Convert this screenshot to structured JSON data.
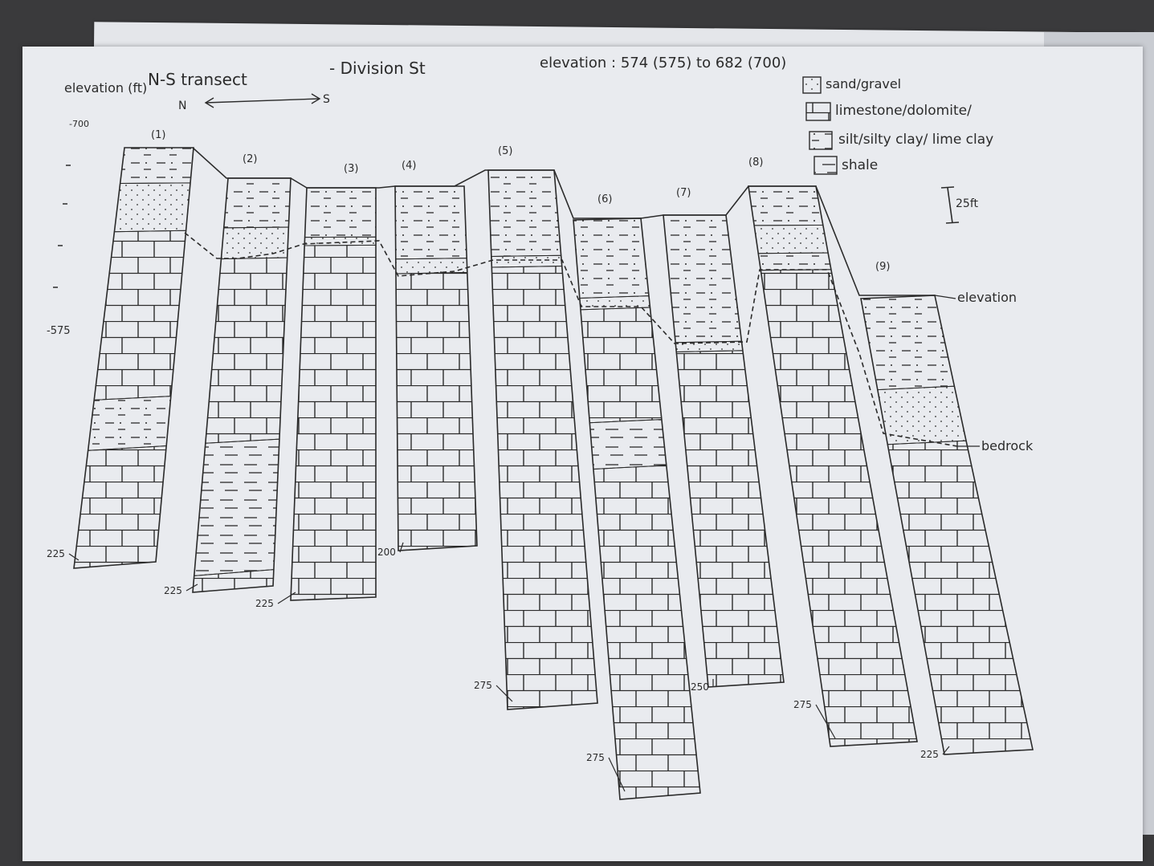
{
  "title": {
    "axis_label": "elevation (ft)",
    "transect": "N-S transect",
    "location": "- Division St",
    "direction_n": "N",
    "direction_s": "S",
    "elevation_range": "elevation : 574 (575) to 682 (700)"
  },
  "axis": {
    "top_tick": "-700",
    "mid_tick": "-575"
  },
  "legend": [
    {
      "label": "sand/gravel",
      "pattern": "dots"
    },
    {
      "label": "limestone/dolomite/",
      "pattern": "brick"
    },
    {
      "label": "silt/silty clay/ lime clay",
      "pattern": "dashes"
    },
    {
      "label": "shale",
      "pattern": "shale"
    }
  ],
  "scale_bar": "25ft",
  "annotations": {
    "elevation": "elevation",
    "bedrock": "bedrock"
  },
  "columns": [
    {
      "id": "(1)",
      "depth": "225"
    },
    {
      "id": "(2)",
      "depth": "225"
    },
    {
      "id": "(3)",
      "depth": "225"
    },
    {
      "id": "(4)",
      "depth": "200"
    },
    {
      "id": "(5)",
      "depth": "275"
    },
    {
      "id": "(6)",
      "depth": "275"
    },
    {
      "id": "(7)",
      "depth": "250"
    },
    {
      "id": "(8)",
      "depth": "275"
    },
    {
      "id": "(9)",
      "depth": "225"
    }
  ],
  "colors": {
    "ink": "#2b2b2b",
    "paper": "#e9ebef",
    "background": "#3a3a3c"
  }
}
